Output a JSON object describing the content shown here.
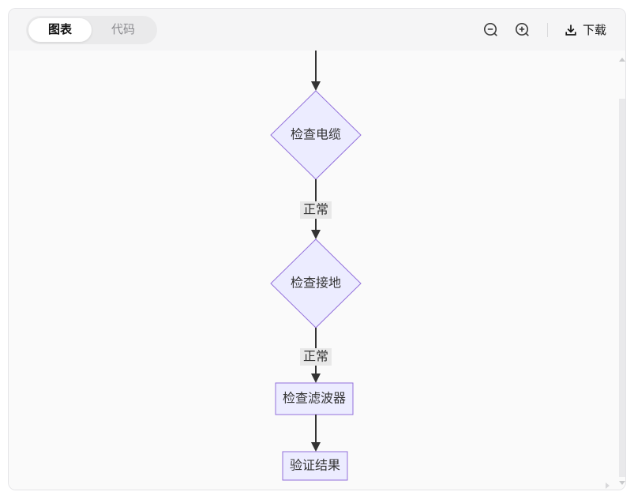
{
  "toolbar": {
    "tabs": [
      {
        "label": "图表",
        "active": true
      },
      {
        "label": "代码",
        "active": false
      }
    ],
    "zoom_out_icon": "magnifier-minus",
    "zoom_in_icon": "magnifier-plus",
    "download": {
      "icon": "download-tray-arrow",
      "label": "下载"
    }
  },
  "diagram": {
    "type": "flowchart",
    "direction": "top-down",
    "nodes": [
      {
        "id": "n1",
        "shape": "diamond",
        "label": "检查电缆"
      },
      {
        "id": "n2",
        "shape": "diamond",
        "label": "检查接地"
      },
      {
        "id": "n3",
        "shape": "rect",
        "label": "检查滤波器"
      },
      {
        "id": "n4",
        "shape": "rect",
        "label": "验证结果"
      }
    ],
    "edges": [
      {
        "from": "offscreen-above",
        "to": "n1",
        "label": ""
      },
      {
        "from": "n1",
        "to": "n2",
        "label": "正常"
      },
      {
        "from": "n2",
        "to": "n3",
        "label": "正常"
      },
      {
        "from": "n3",
        "to": "n4",
        "label": ""
      }
    ],
    "colors": {
      "node_fill": "#ECECFF",
      "node_border": "#9370DB",
      "edge_line": "#333333",
      "edge_label_bg": "#E8E8E8",
      "node_text": "#333333"
    }
  }
}
